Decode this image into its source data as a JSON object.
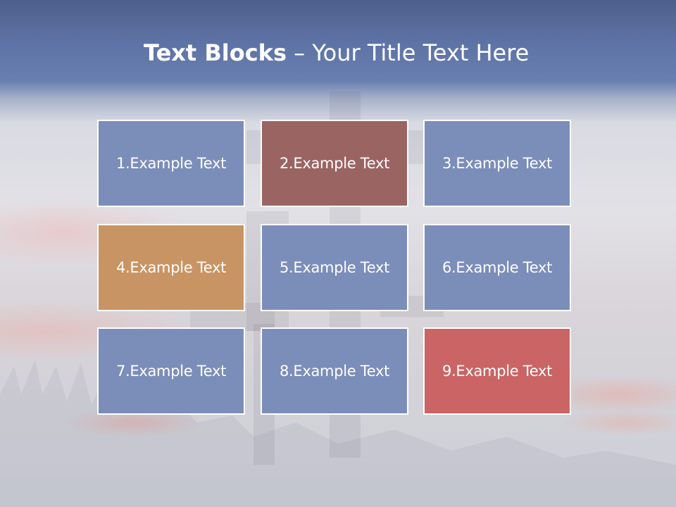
{
  "title": {
    "bold": "Text Blocks",
    "separator": " – ",
    "normal": "Your Title Text Here"
  },
  "colors": {
    "blue": "#7b8db9",
    "brown": "#9a6463",
    "orange": "#c99463",
    "red": "#cb6464",
    "border": "#ffffff",
    "title_bar": "#5e73a5"
  },
  "blocks": [
    {
      "label": "1.Example Text",
      "color": "#7b8db9"
    },
    {
      "label": "2.Example Text",
      "color": "#9a6463"
    },
    {
      "label": "3.Example Text",
      "color": "#7b8db9"
    },
    {
      "label": "4.Example Text",
      "color": "#c99463"
    },
    {
      "label": "5.Example Text",
      "color": "#7b8db9"
    },
    {
      "label": "6.Example Text",
      "color": "#7b8db9"
    },
    {
      "label": "7.Example Text",
      "color": "#7b8db9"
    },
    {
      "label": "8.Example Text",
      "color": "#7b8db9"
    },
    {
      "label": "9.Example Text",
      "color": "#cb6464"
    }
  ]
}
